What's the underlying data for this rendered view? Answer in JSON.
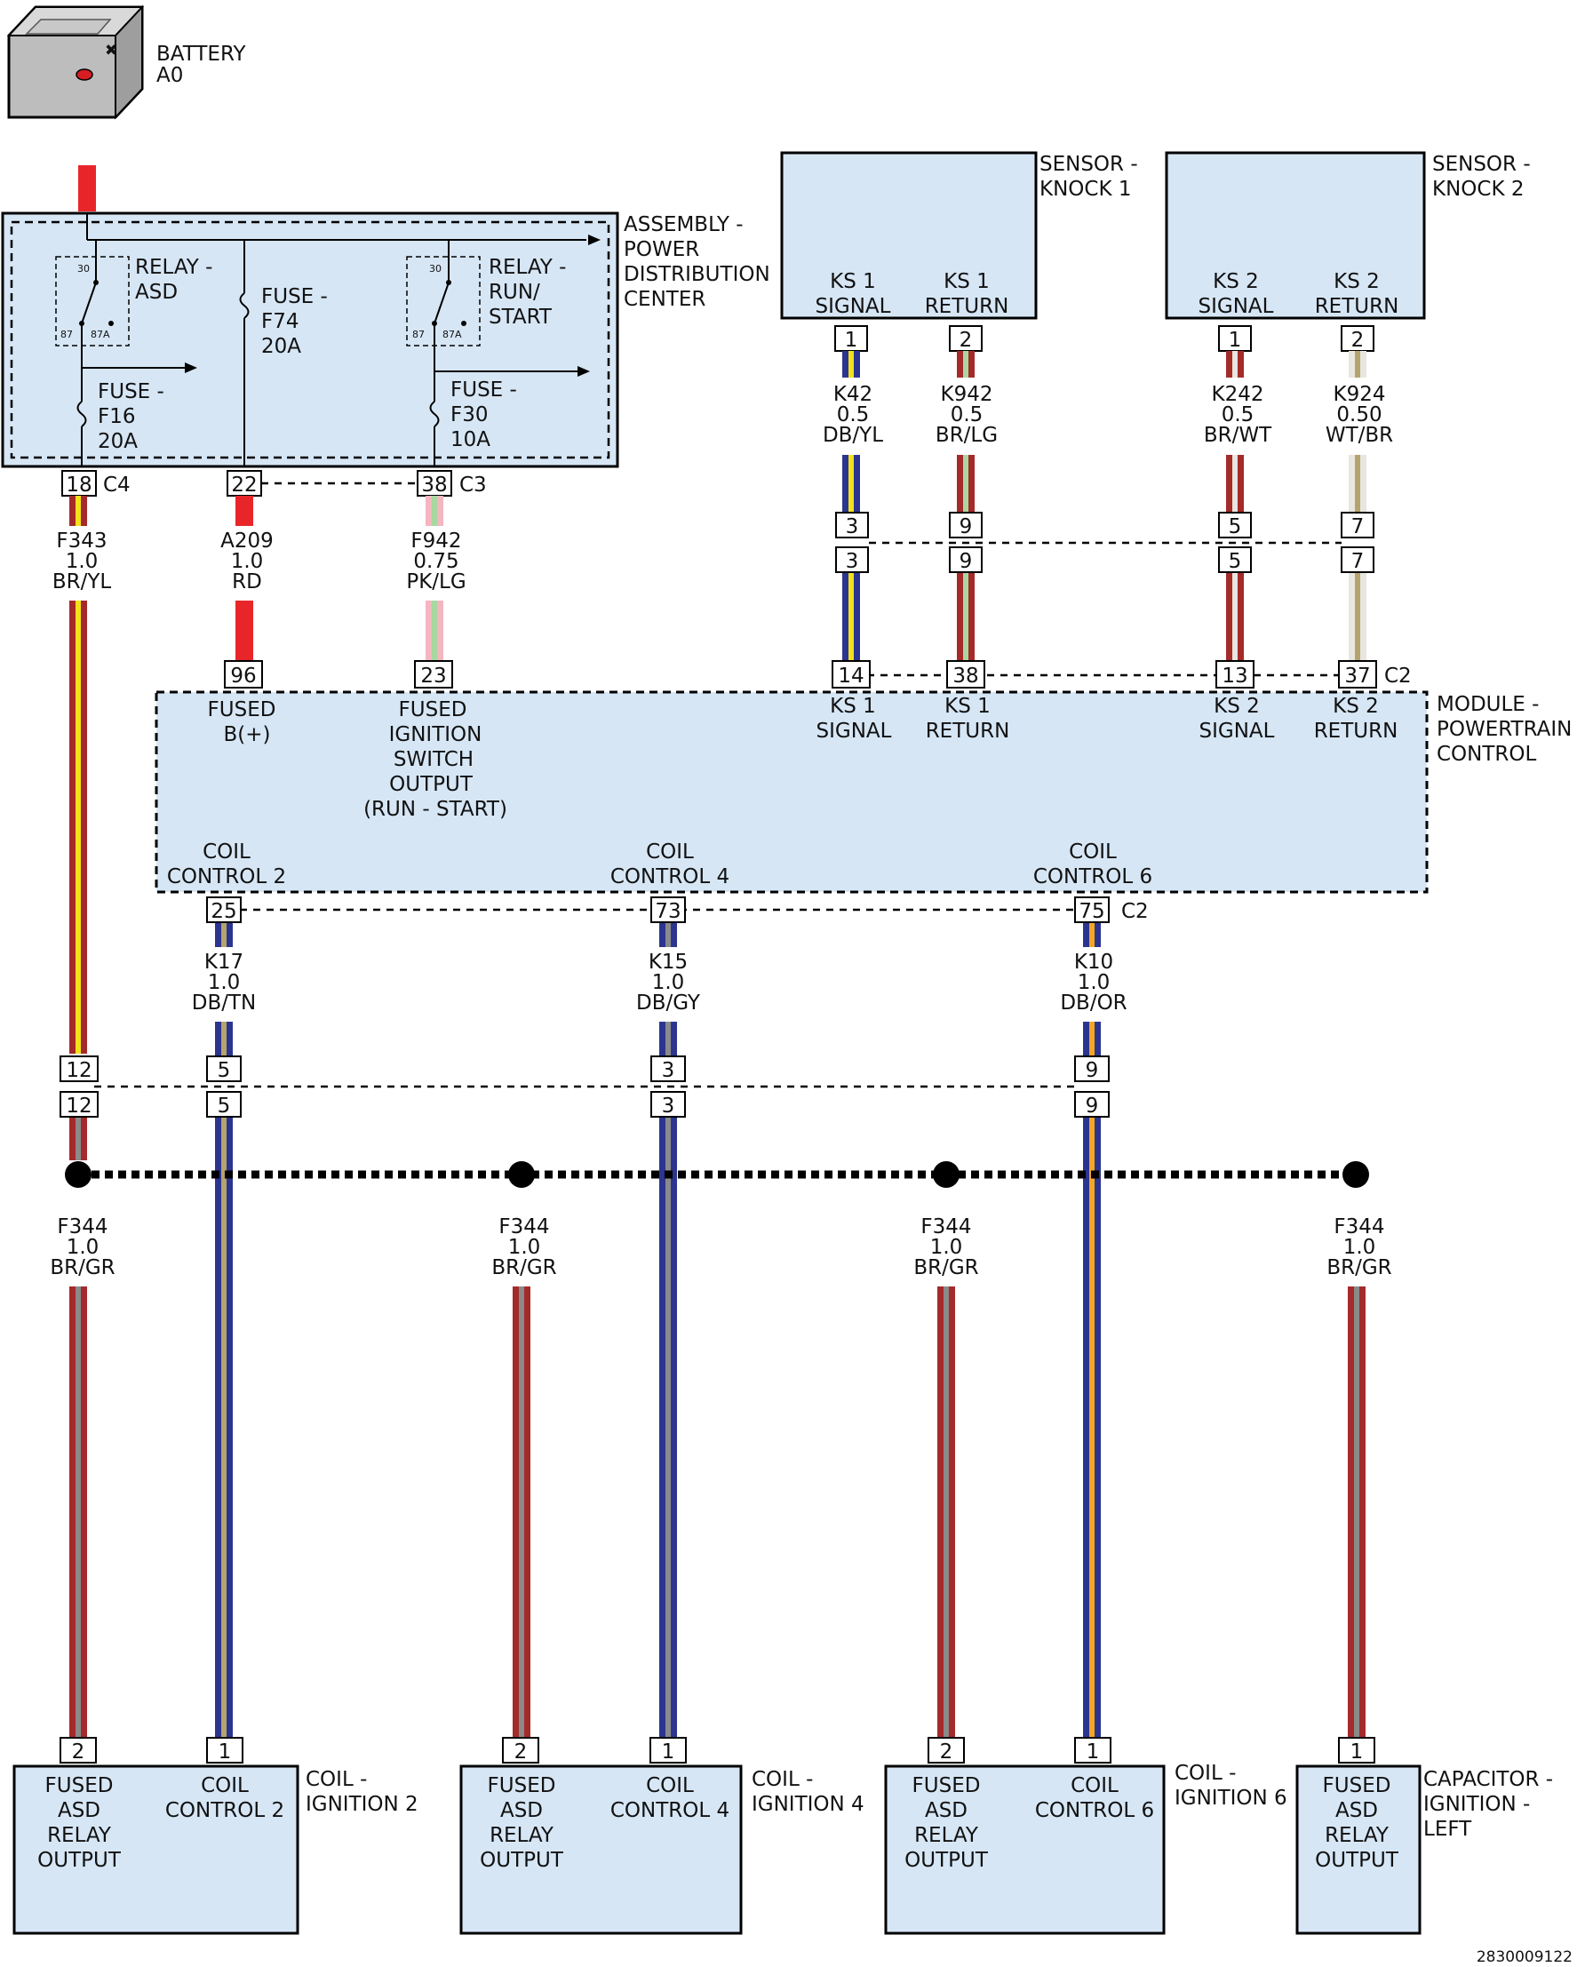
{
  "battery": {
    "name": "BATTERY",
    "id": "A0"
  },
  "pdc": {
    "title": [
      "ASSEMBLY -",
      "POWER",
      "DISTRIBUTION",
      "CENTER"
    ],
    "relay_asd": {
      "label": [
        "RELAY -",
        "ASD"
      ],
      "pins": [
        "30",
        "87",
        "87A"
      ]
    },
    "relay_run": {
      "label": [
        "RELAY -",
        "RUN/",
        "START"
      ],
      "pins": [
        "30",
        "87",
        "87A"
      ]
    },
    "fuse_f16": [
      "FUSE -",
      "F16",
      "20A"
    ],
    "fuse_f74": [
      "FUSE -",
      "F74",
      "20A"
    ],
    "fuse_f30": [
      "FUSE -",
      "F30",
      "10A"
    ],
    "pins": [
      "18",
      "22",
      "38"
    ],
    "connectors": [
      "C4",
      "C3"
    ]
  },
  "sensor1": {
    "title": [
      "SENSOR -",
      "KNOCK 1"
    ],
    "sig": [
      "KS 1",
      "SIGNAL"
    ],
    "ret": [
      "KS 1",
      "RETURN"
    ],
    "pins": [
      "1",
      "2"
    ]
  },
  "sensor2": {
    "title": [
      "SENSOR -",
      "KNOCK 2"
    ],
    "sig": [
      "KS 2",
      "SIGNAL"
    ],
    "ret": [
      "KS 2",
      "RETURN"
    ],
    "pins": [
      "1",
      "2"
    ]
  },
  "wires": {
    "f343": [
      "F343",
      "1.0",
      "BR/YL"
    ],
    "a209": [
      "A209",
      "1.0",
      "RD"
    ],
    "f942": [
      "F942",
      "0.75",
      "PK/LG"
    ],
    "k42": [
      "K42",
      "0.5",
      "DB/YL"
    ],
    "k942": [
      "K942",
      "0.5",
      "BR/LG"
    ],
    "k242": [
      "K242",
      "0.5",
      "BR/WT"
    ],
    "k924": [
      "K924",
      "0.50",
      "WT/BR"
    ],
    "k17": [
      "K17",
      "1.0",
      "DB/TN"
    ],
    "k15": [
      "K15",
      "1.0",
      "DB/GY"
    ],
    "k10": [
      "K10",
      "1.0",
      "DB/OR"
    ],
    "f344": [
      "F344",
      "1.0",
      "BR/GR"
    ]
  },
  "inline_upper": [
    "3",
    "9",
    "5",
    "7"
  ],
  "inline_lower": [
    "12",
    "5",
    "3",
    "9"
  ],
  "pcm": {
    "title": [
      "MODULE -",
      "POWERTRAIN",
      "CONTROL"
    ],
    "top_pins": [
      "96",
      "23",
      "14",
      "38",
      "13",
      "37"
    ],
    "connector": "C2",
    "fused_b": [
      "FUSED",
      "B(+)"
    ],
    "fused_ign": [
      "FUSED",
      "IGNITION",
      "SWITCH",
      "OUTPUT",
      "(RUN - START)"
    ],
    "ks1_sig": [
      "KS 1",
      "SIGNAL"
    ],
    "ks1_ret": [
      "KS 1",
      "RETURN"
    ],
    "ks2_sig": [
      "KS 2",
      "SIGNAL"
    ],
    "ks2_ret": [
      "KS 2",
      "RETURN"
    ],
    "coil2": [
      "COIL",
      "CONTROL 2"
    ],
    "coil4": [
      "COIL",
      "CONTROL 4"
    ],
    "coil6": [
      "COIL",
      "CONTROL 6"
    ],
    "bottom_pins": [
      "25",
      "73",
      "75"
    ]
  },
  "coil2": {
    "title": [
      "COIL -",
      "IGNITION 2"
    ],
    "fused": [
      "FUSED",
      "ASD",
      "RELAY",
      "OUTPUT"
    ],
    "ctrl": [
      "COIL",
      "CONTROL 2"
    ],
    "pins": [
      "2",
      "1"
    ]
  },
  "coil4": {
    "title": [
      "COIL -",
      "IGNITION 4"
    ],
    "fused": [
      "FUSED",
      "ASD",
      "RELAY",
      "OUTPUT"
    ],
    "ctrl": [
      "COIL",
      "CONTROL 4"
    ],
    "pins": [
      "2",
      "1"
    ]
  },
  "coil6": {
    "title": [
      "COIL -",
      "IGNITION 6"
    ],
    "fused": [
      "FUSED",
      "ASD",
      "RELAY",
      "OUTPUT"
    ],
    "ctrl": [
      "COIL",
      "CONTROL 6"
    ],
    "pins": [
      "2",
      "1"
    ]
  },
  "capacitor": {
    "title": [
      "CAPACITOR -",
      "IGNITION -",
      "LEFT"
    ],
    "fused": [
      "FUSED",
      "ASD",
      "RELAY",
      "OUTPUT"
    ],
    "pin": "1"
  },
  "figure_id": "2830009122",
  "colors": {
    "component_fill": "#d6e6f5",
    "red": "#e8262a",
    "brown": "#a52a2a",
    "dark_blue": "#2b3590",
    "yellow": "#f5e11a",
    "tan": "#b5a36e",
    "gray": "#8a8a8a",
    "orange": "#f5a623",
    "pink": "#f4b6c0",
    "light_green": "#a8d8a0",
    "white": "#e8e6df"
  }
}
